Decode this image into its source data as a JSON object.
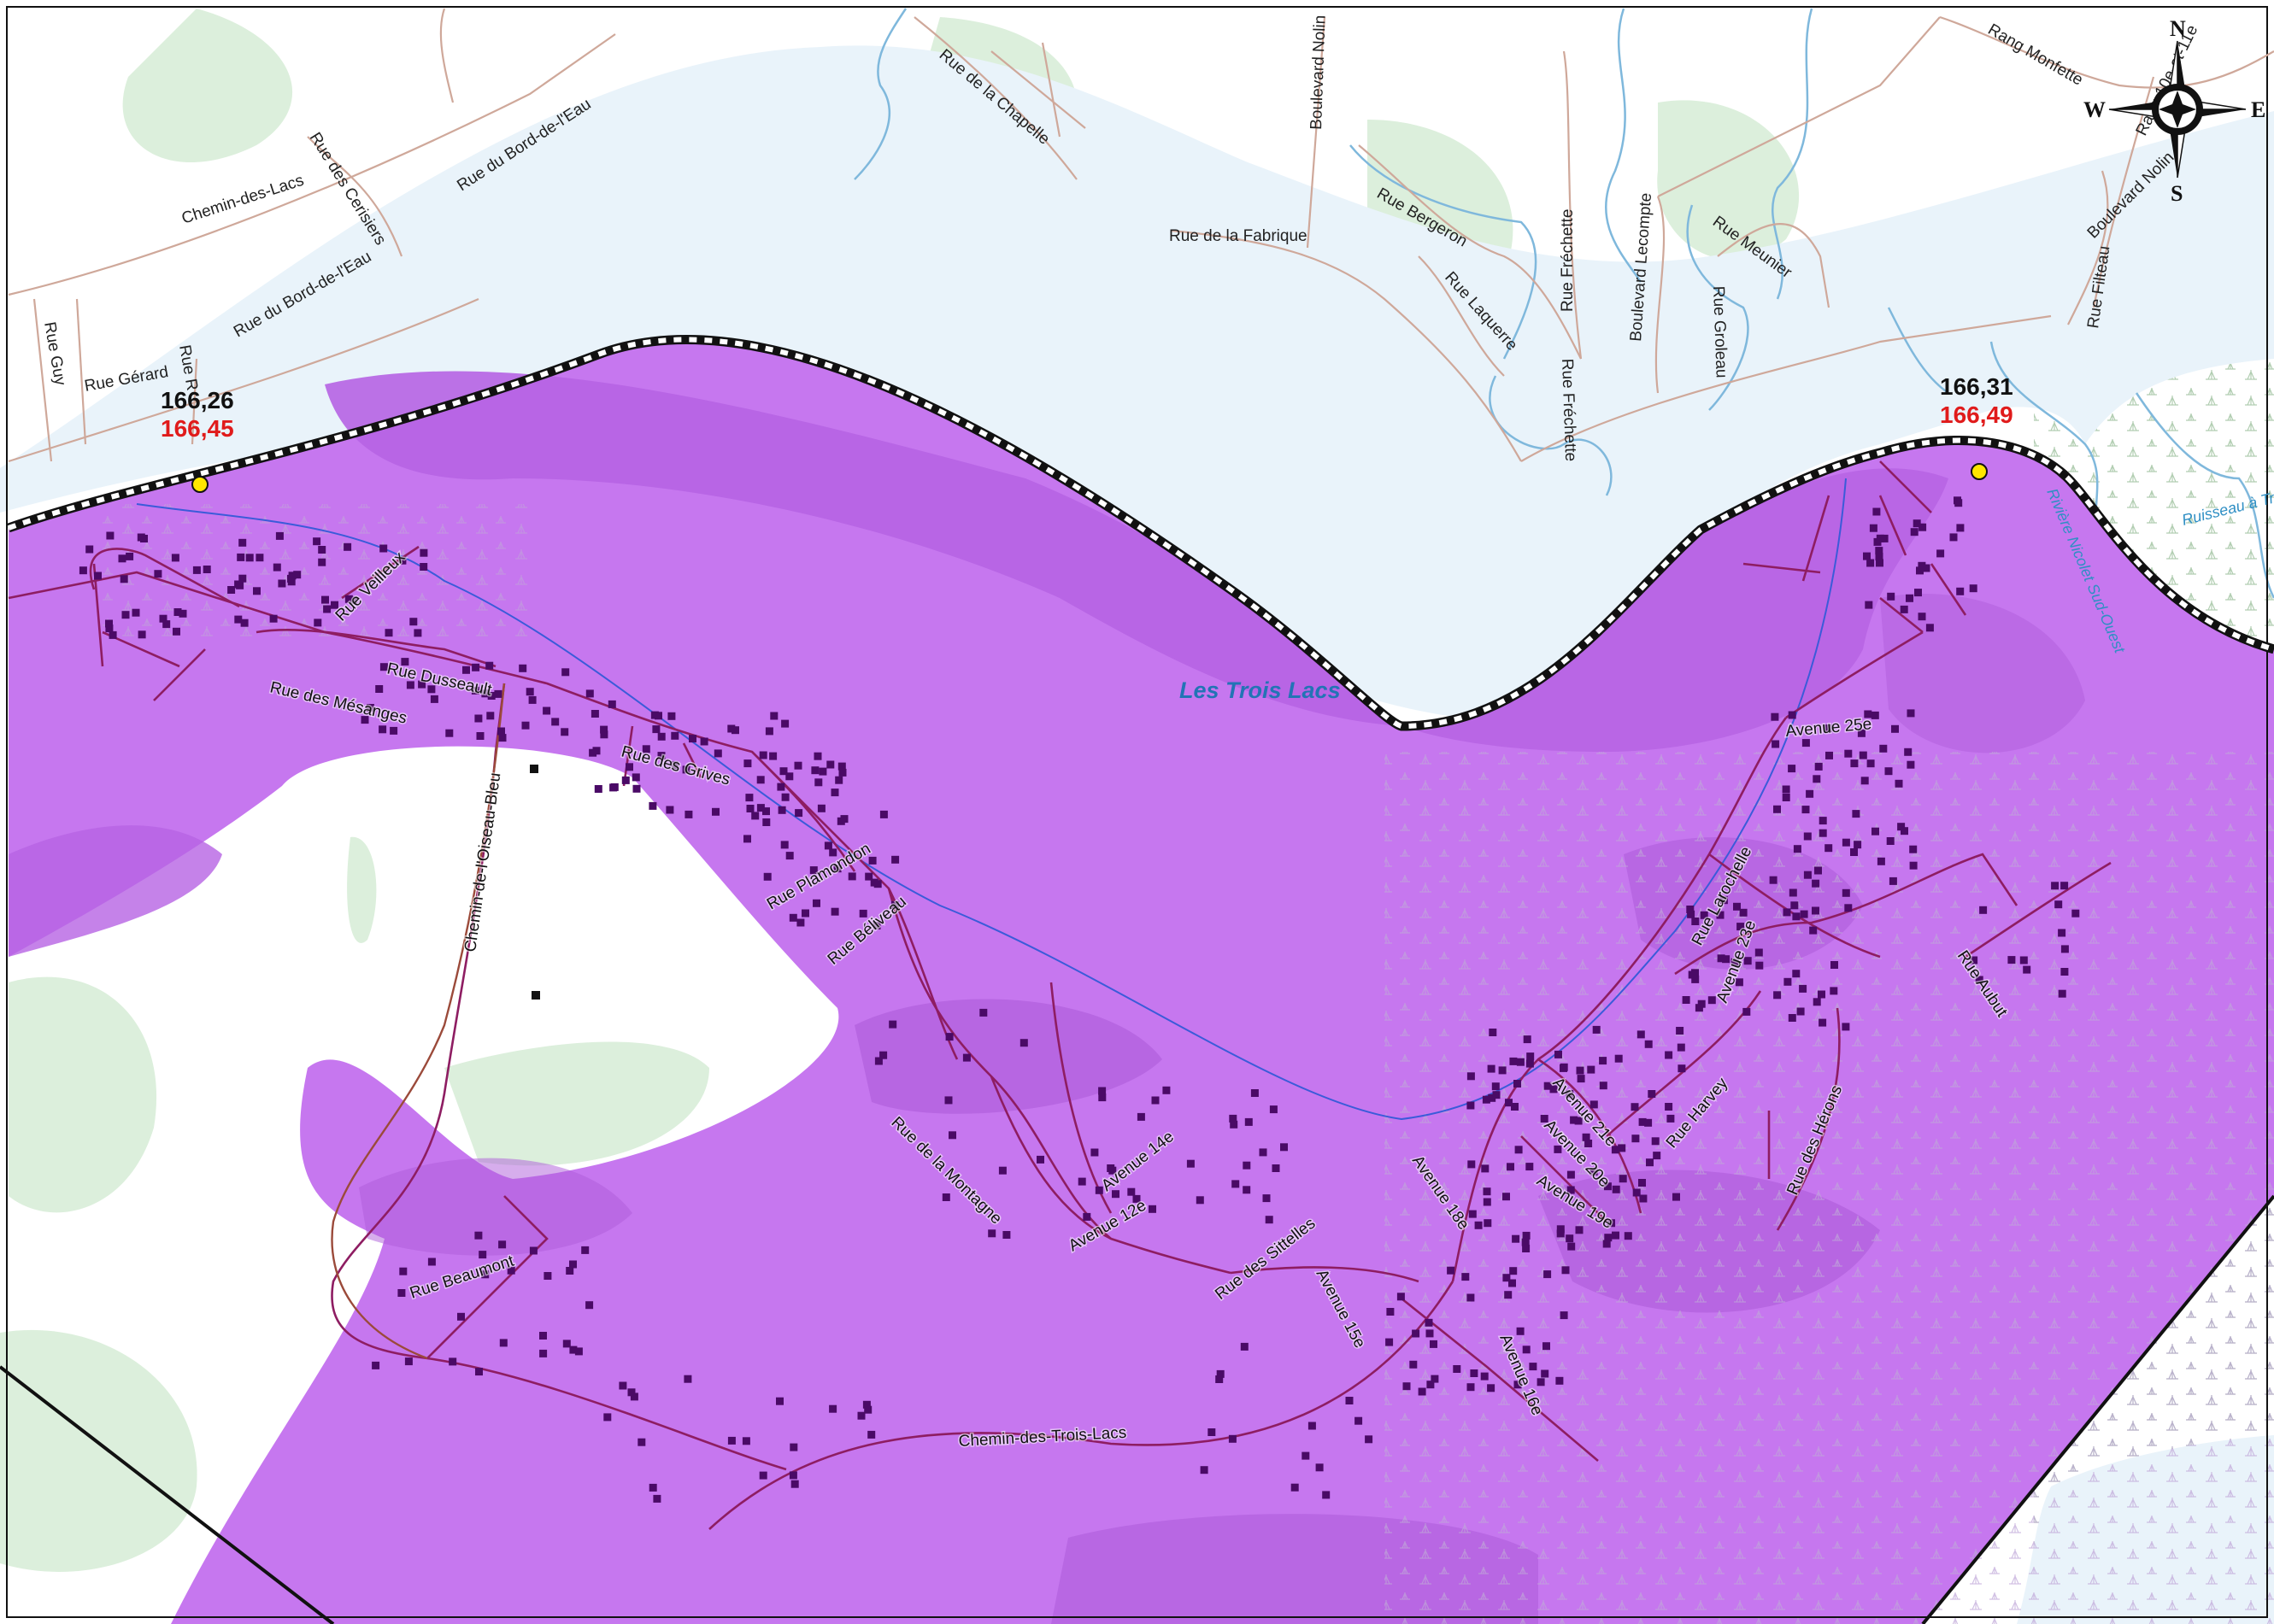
{
  "map": {
    "lake_name": "Les Trois Lacs",
    "colors": {
      "background": "#ffffff",
      "river": "#e9f3fa",
      "vegetation": "#dcefdc",
      "zone": "#c677ef",
      "zone_shade": "#b663e3",
      "zone_dark": "#ad5bd9",
      "road_in_zone": "#8e1d62",
      "road_outside": "#cfa89a",
      "building": "#4a0a66",
      "stream": "#7fb8dc",
      "boundary": "#111111",
      "elevation_red": "#e01b1b",
      "marker": "#ffe600"
    },
    "elevation_points": [
      {
        "id": "west",
        "value_black": "166,26",
        "value_red": "166,45"
      },
      {
        "id": "east",
        "value_black": "166,31",
        "value_red": "166,49"
      }
    ],
    "compass": {
      "north": "N",
      "south": "S",
      "east": "E",
      "west": "W"
    },
    "streets": {
      "chemin_des_lacs": "Chemin-des-Lacs",
      "rue_des_cerisiers": "Rue des Cerisiers",
      "rue_du_bord_de_l_eau_1": "Rue du Bord-de-l'Eau",
      "rue_du_bord_de_l_eau_2": "Rue du Bord-de-l'Eau",
      "rue_guy": "Rue Guy",
      "rue_gerard": "Rue Gérard",
      "rue_r": "Rue R",
      "rue_de_la_chapelle": "Rue de la Chapelle",
      "boulevard_nolin_1": "Boulevard Nolin",
      "rue_de_la_fabrique": "Rue de la Fabrique",
      "rue_bergeron": "Rue Bergeron",
      "rue_laquerre": "Rue Laquerre",
      "rue_frechette_1": "Rue Fréchette",
      "rue_frechette_2": "Rue Fréchette",
      "boulevard_lecompte": "Boulevard Lecompte",
      "rue_meunier": "Rue Meunier",
      "rue_groleau": "Rue Groleau",
      "rang_monfette": "Rang Monfette",
      "rang_10e_et_11e": "Rang 10e-et-11e",
      "boulevard_nolin_2": "Boulevard Nolin",
      "rue_filteau": "Rue Filteau",
      "rue_veilleux": "Rue Veilleux",
      "rue_dusseault": "Rue Dusseault",
      "rue_des_mesanges": "Rue des Mésanges",
      "rue_des_grives": "Rue des Grives",
      "chemin_de_l_oiseau_bleu": "Chemin-de-l'Oiseau-Bleu",
      "rue_plamondon": "Rue Plamondon",
      "rue_beliveau": "Rue Béliveau",
      "avenue_25e": "Avenue 25e",
      "rue_larochelle": "Rue Larochelle",
      "avenue_23e": "Avenue 23e",
      "rue_aubut": "Rue Aubut",
      "avenue_21e": "Avenue 21e",
      "avenue_20e": "Avenue 20e",
      "avenue_19e": "Avenue 19e",
      "rue_harvey": "Rue Harvey",
      "rue_des_herons": "Rue des Hérons",
      "avenue_18e": "Avenue 18e",
      "rue_de_la_montagne": "Rue de la Montagne",
      "avenue_14e": "Avenue 14e",
      "avenue_12e": "Avenue 12e",
      "rue_des_sittelles": "Rue des Sittelles",
      "avenue_15e": "Avenue 15e",
      "avenue_16e": "Avenue 16e",
      "rue_beaumont": "Rue Beaumont",
      "chemin_des_trois_lacs": "Chemin-des-Trois-Lacs"
    },
    "waterways": {
      "ruisseau_a_truite": "Ruisseau à Truit",
      "riviere_nicolet": "Rivière Nicolet Sud-Ouest"
    }
  }
}
